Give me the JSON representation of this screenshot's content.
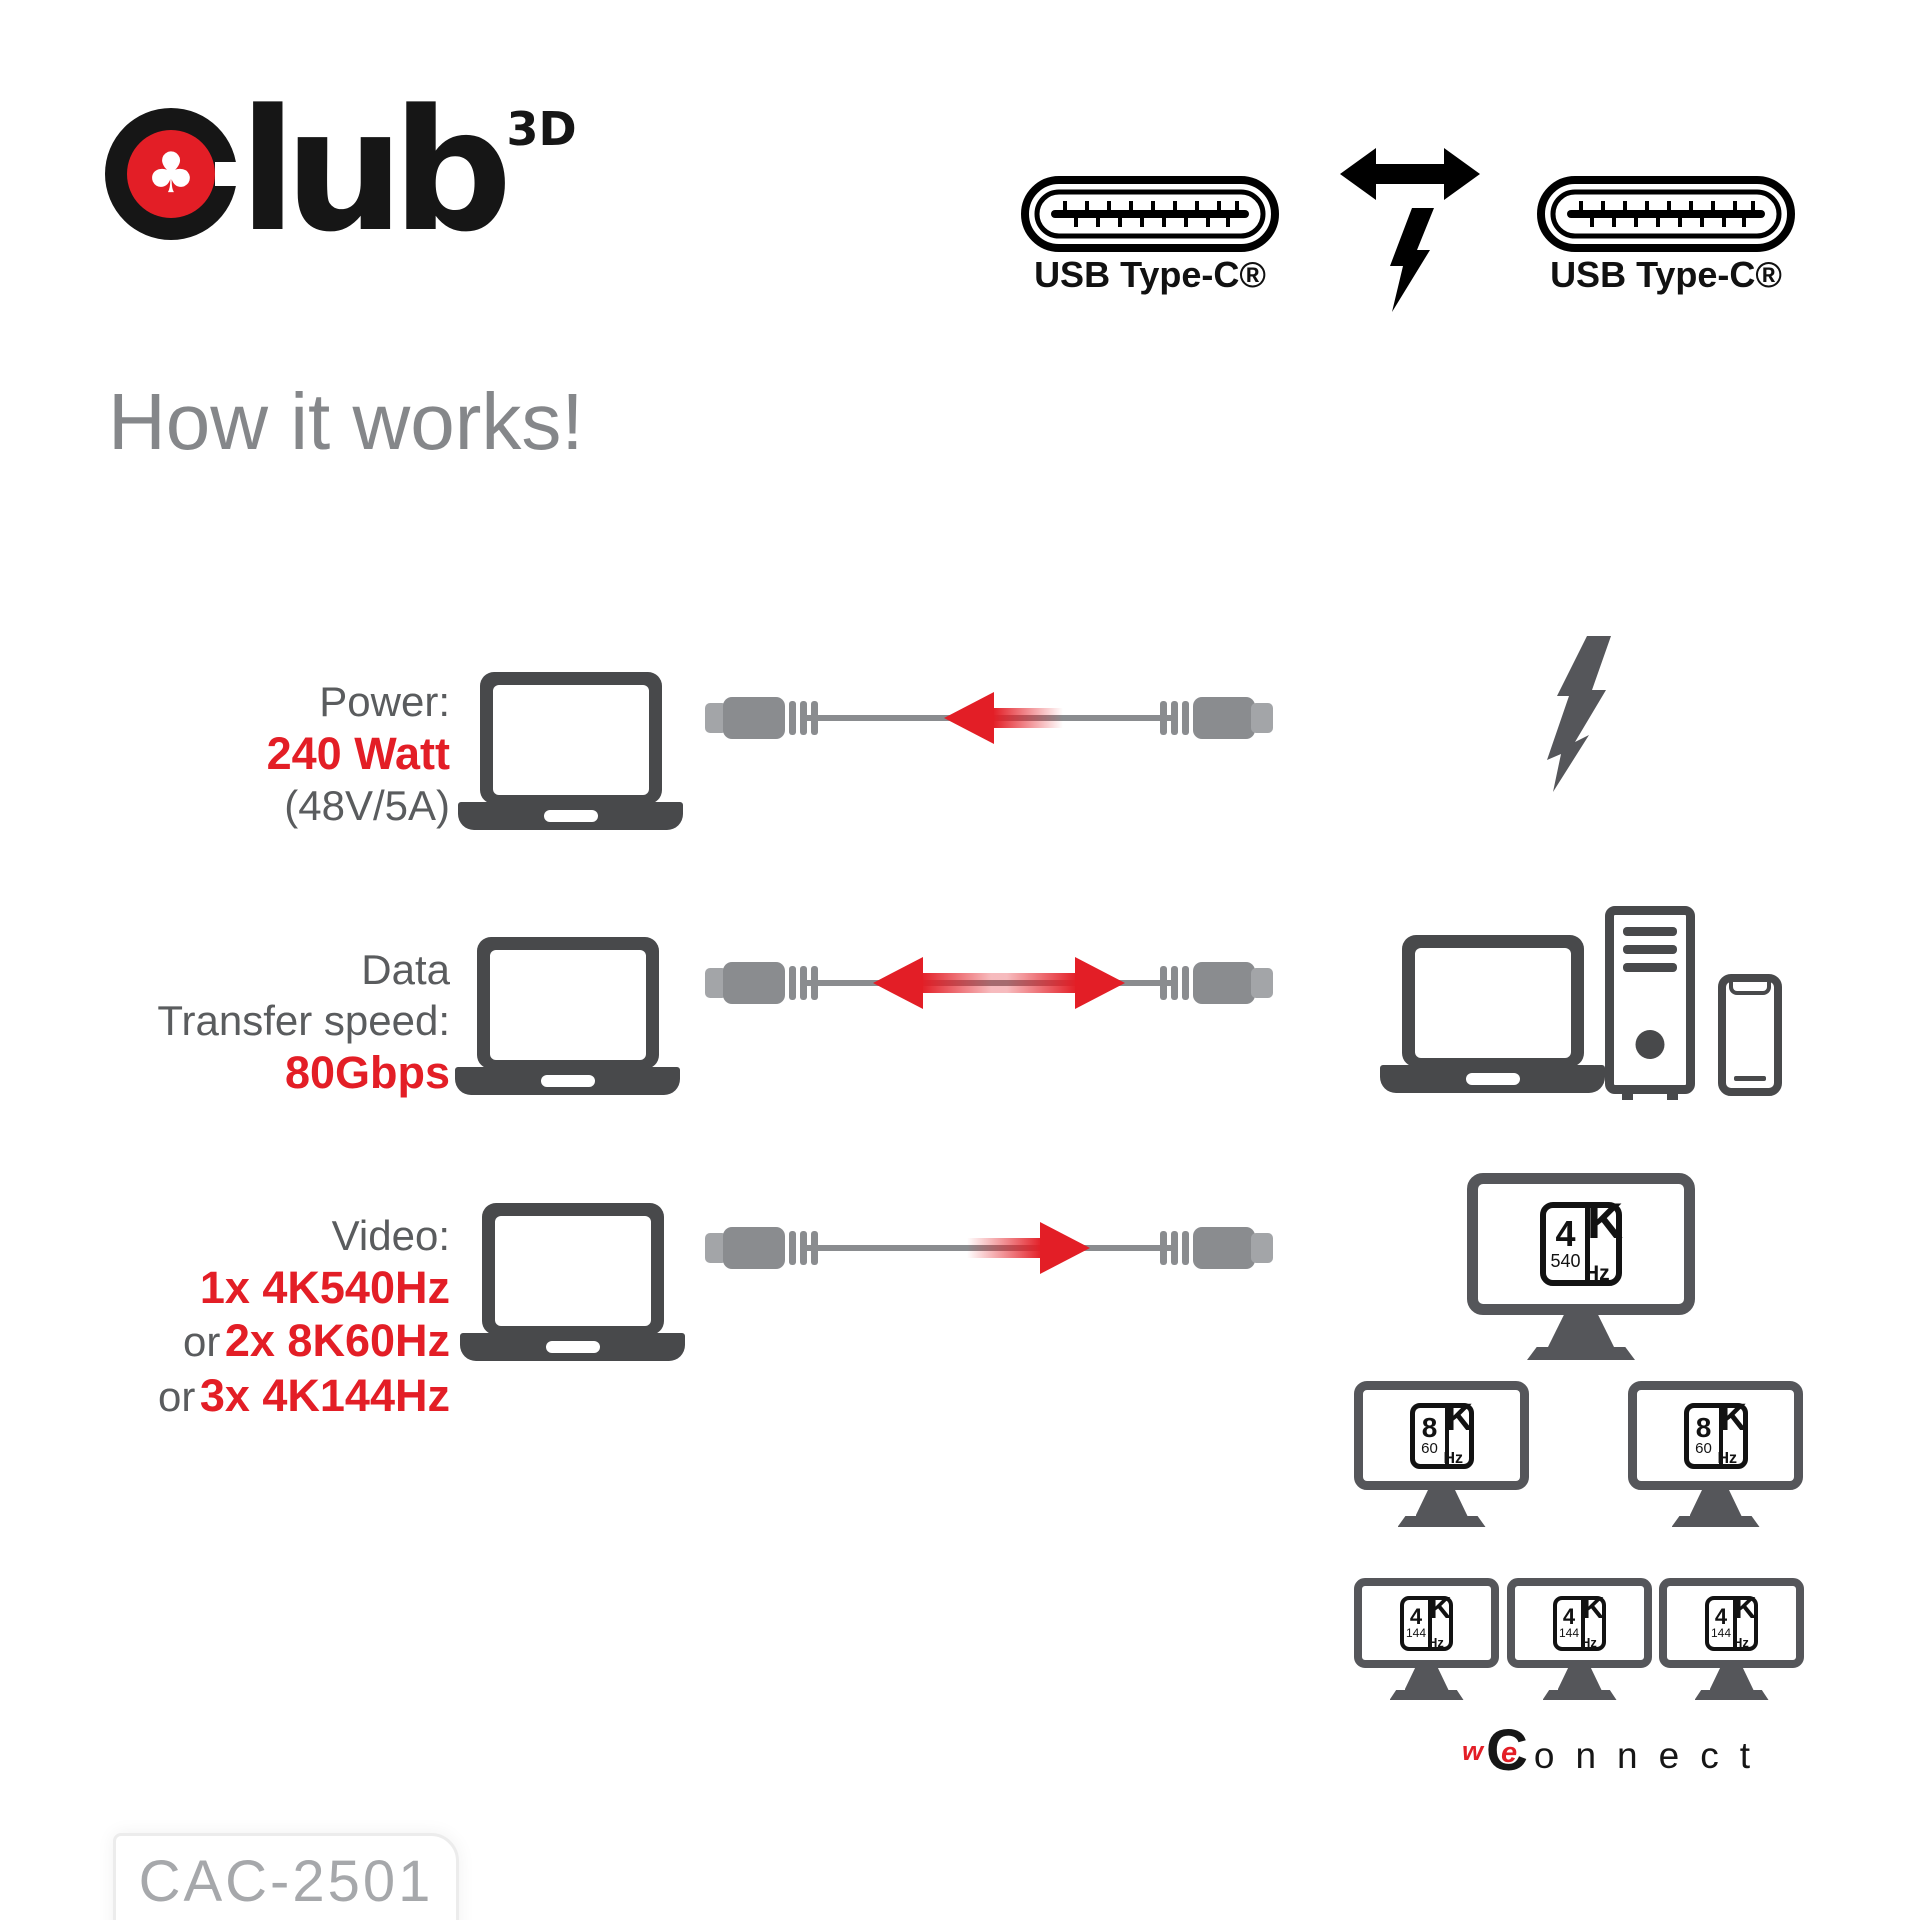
{
  "brand": {
    "logo_initial": "c",
    "logo_rest": "lub",
    "logo_sup": "3D",
    "club_glyph": "♣"
  },
  "header": {
    "usb_left_label": "USB Type-C®",
    "usb_right_label": "USB Type-C®"
  },
  "title": "How it works!",
  "rows": {
    "power": {
      "label": "Power:",
      "value": "240 Watt",
      "detail": "(48V/5A)"
    },
    "data": {
      "label1": "Data",
      "label2": "Transfer speed:",
      "value": "80Gbps"
    },
    "video": {
      "label": "Video:",
      "option1": "1x 4K540Hz",
      "or": "or",
      "option2": "2x 8K60Hz",
      "option3": "3x 4K144Hz"
    }
  },
  "badges": {
    "hz540": {
      "num": "4",
      "refresh": "540",
      "k": "K",
      "hz": "Hz"
    },
    "hz60": {
      "num": "8",
      "refresh": "60",
      "k": "K",
      "hz": "Hz"
    },
    "hz144": {
      "num": "4",
      "refresh": "144",
      "k": "K",
      "hz": "Hz"
    }
  },
  "footer": {
    "we_w": "w",
    "we_e": "e",
    "we_c": "C",
    "we_rest": "onnect",
    "product_code": "CAC-2501"
  },
  "colors": {
    "brand_red": "#E31E26",
    "device_dark": "#48494B",
    "device_mid": "#55565A",
    "cable_gray": "#8A8C8F",
    "label_gray": "#5A5C5E",
    "title_gray": "#85878A"
  }
}
